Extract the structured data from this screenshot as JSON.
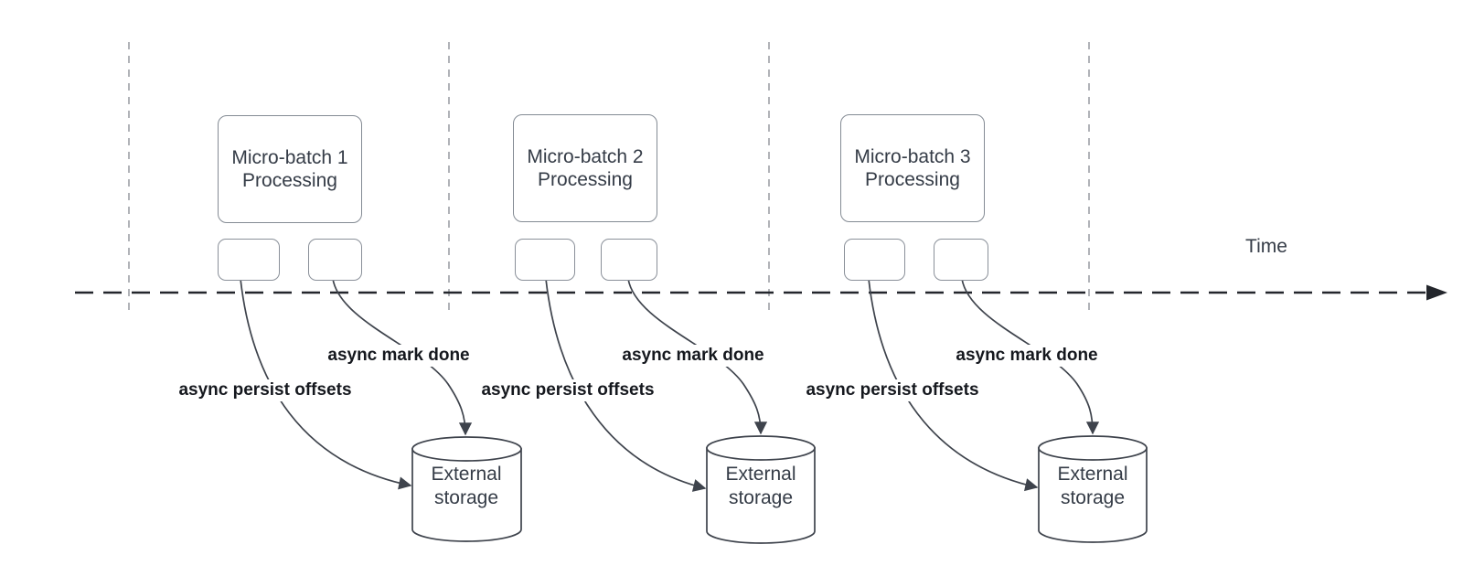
{
  "colors": {
    "stroke_dark": "#3e434c",
    "stroke_box": "#878e97",
    "timeline": "#23262c",
    "gridline": "#b1b3b8",
    "label_text": "#15181e",
    "body_text": "#353c47"
  },
  "time_axis": {
    "label": "Time"
  },
  "groups": [
    {
      "batch_title": "Micro-batch 1",
      "batch_subtitle": "Processing",
      "persist_label": "async persist offsets",
      "mark_done_label": "async mark done",
      "storage_line1": "External",
      "storage_line2": "storage"
    },
    {
      "batch_title": "Micro-batch 2",
      "batch_subtitle": "Processing",
      "persist_label": "async persist offsets",
      "mark_done_label": "async mark done",
      "storage_line1": "External",
      "storage_line2": "storage"
    },
    {
      "batch_title": "Micro-batch 3",
      "batch_subtitle": "Processing",
      "persist_label": "async persist offsets",
      "mark_done_label": "async mark done",
      "storage_line1": "External",
      "storage_line2": "storage"
    }
  ]
}
